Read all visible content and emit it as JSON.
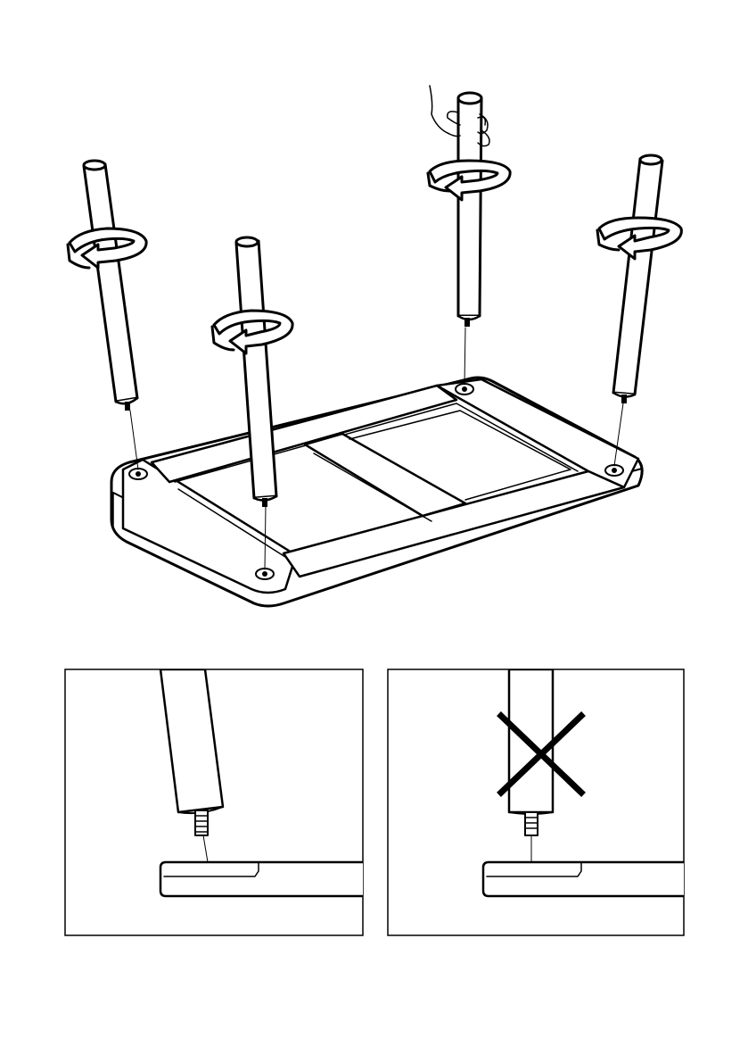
{
  "figure": {
    "main_view": "table-assembly-overview",
    "legs": [
      {
        "id": "front-left",
        "action": "screw-in",
        "rotation": "counterclockwise"
      },
      {
        "id": "front-middle",
        "action": "screw-in",
        "rotation": "counterclockwise"
      },
      {
        "id": "back-middle",
        "action": "screw-in-by-hand",
        "rotation": "counterclockwise"
      },
      {
        "id": "back-right",
        "action": "screw-in",
        "rotation": "counterclockwise"
      }
    ],
    "details": [
      {
        "id": "correct",
        "mark": "none",
        "description_shown": false
      },
      {
        "id": "incorrect",
        "mark": "cross"
      }
    ]
  },
  "colors": {
    "line": "#000000",
    "paper": "#ffffff"
  }
}
